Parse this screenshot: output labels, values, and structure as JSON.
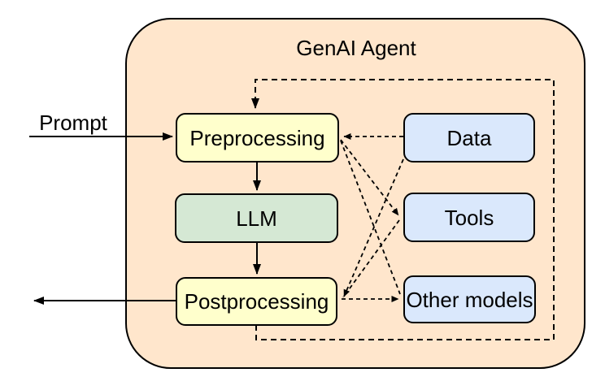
{
  "diagram": {
    "title": "GenAI Agent",
    "container_fill": "#ffe6cc",
    "stroke_color": "#000000",
    "input": {
      "label": "Prompt"
    },
    "nodes": {
      "preprocessing": {
        "label": "Preprocessing",
        "fill": "#ffffcc"
      },
      "llm": {
        "label": "LLM",
        "fill": "#d5e8d4"
      },
      "postprocessing": {
        "label": "Postprocessing",
        "fill": "#ffffcc"
      },
      "data": {
        "label": "Data",
        "fill": "#dae8fc"
      },
      "tools": {
        "label": "Tools",
        "fill": "#dae8fc"
      },
      "other_models": {
        "label": "Other models",
        "fill": "#dae8fc"
      }
    },
    "edges": [
      {
        "from": "Prompt (external)",
        "to": "Preprocessing",
        "style": "solid-arrow"
      },
      {
        "from": "Preprocessing",
        "to": "LLM",
        "style": "solid-arrow"
      },
      {
        "from": "LLM",
        "to": "Postprocessing",
        "style": "solid-arrow"
      },
      {
        "from": "Postprocessing",
        "to": "output (external, left)",
        "style": "solid-arrow"
      },
      {
        "from": "Postprocessing",
        "to": "Preprocessing",
        "style": "dashed-loop-arrow"
      },
      {
        "from": "Data",
        "to": "Preprocessing",
        "style": "dashed-arrow"
      },
      {
        "from": "Preprocessing",
        "to": "Tools",
        "style": "dashed-arrow"
      },
      {
        "from": "Preprocessing",
        "to": "Other models",
        "style": "dashed"
      },
      {
        "from": "Data",
        "to": "Postprocessing",
        "style": "dashed-arrow"
      },
      {
        "from": "Tools",
        "to": "Postprocessing",
        "style": "dashed"
      },
      {
        "from": "Postprocessing",
        "to": "Other models",
        "style": "dashed-arrow"
      }
    ]
  }
}
